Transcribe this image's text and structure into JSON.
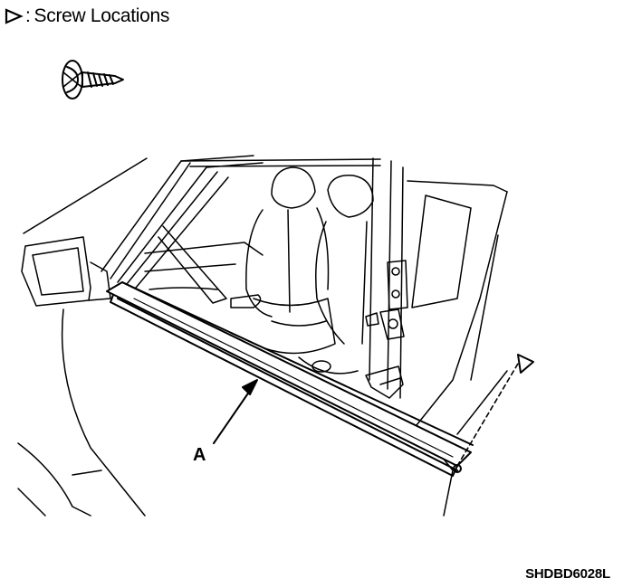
{
  "legend": {
    "separator": ":",
    "text": "Screw Locations"
  },
  "callouts": {
    "a": "A"
  },
  "figure_code": "SHDBD6028L",
  "colors": {
    "ink": "#000000",
    "paper": "#ffffff"
  }
}
